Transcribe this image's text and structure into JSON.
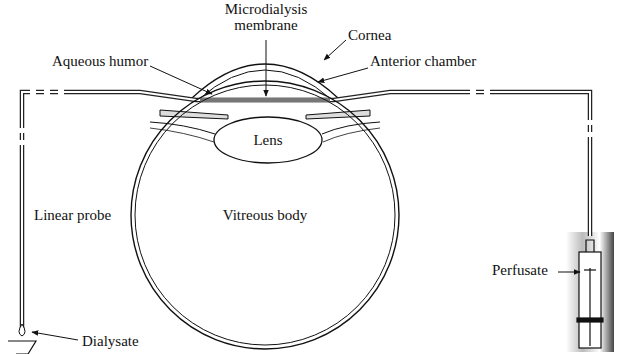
{
  "diagram": {
    "nodes": [
      {
        "text": [
          "Vitreous body"
        ]
      },
      {
        "text": [
          "Lens"
        ],
        "in": 0
      }
    ],
    "labels": [
      "Microdialysis membrane",
      "Cornea",
      "Aqueous humor",
      "Anterior chamber",
      "Linear probe",
      "Perfusate",
      "Dialysate"
    ]
  }
}
